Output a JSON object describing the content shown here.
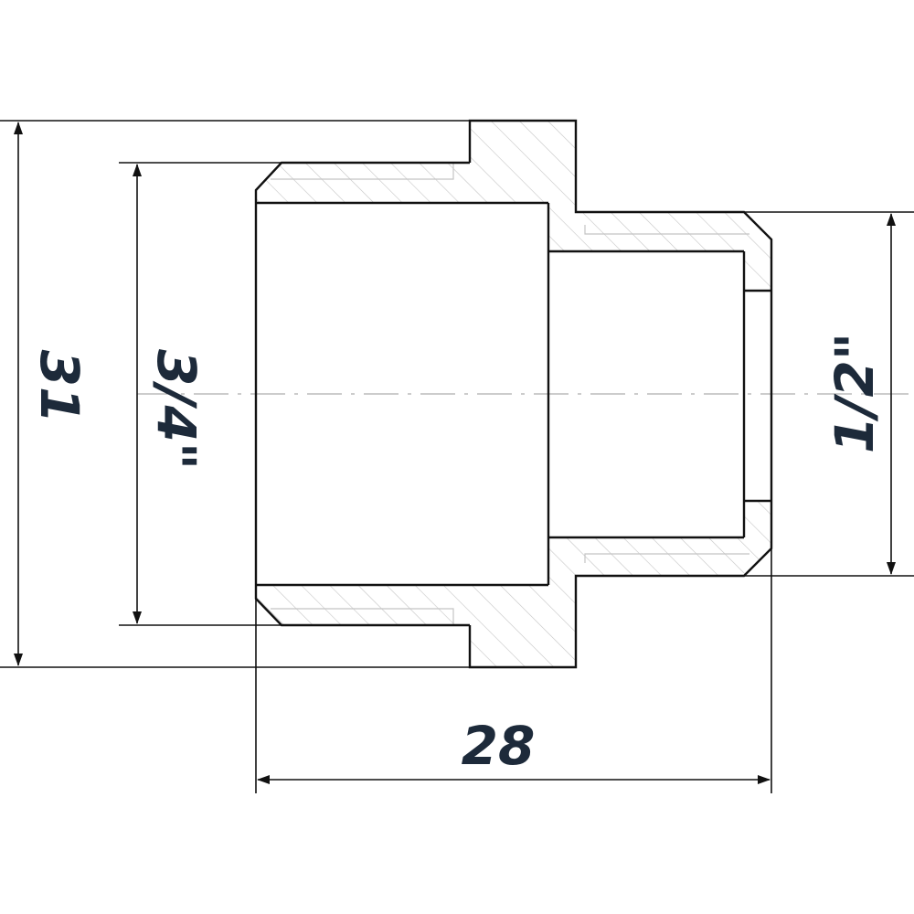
{
  "drawing": {
    "dimensions": {
      "overall_diameter": "31",
      "female_thread": "3/4\"",
      "male_thread": "1/2\"",
      "length": "28"
    },
    "colors": {
      "line": "#111111",
      "dimension_text": "#1d2a3a",
      "hatch": "#c4c4c4",
      "centerline": "#9a9a9a",
      "background": "#ffffff"
    }
  }
}
